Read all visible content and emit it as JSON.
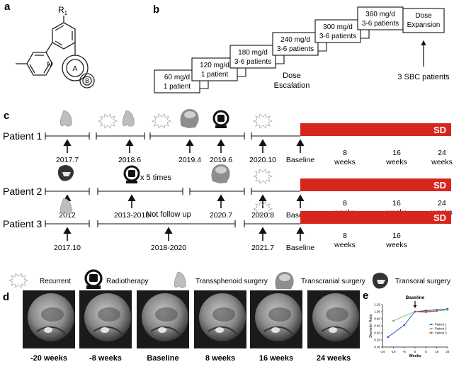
{
  "colors": {
    "sd_bar": "#d7261e",
    "plot_blue": "#2347d6",
    "plot_green": "#5cc24a",
    "plot_red": "#d9352a"
  },
  "panel_a": {
    "label": "a",
    "r_group": "R",
    "r_sub": "1",
    "ring_a": "A",
    "ring_b": "B"
  },
  "panel_b": {
    "label": "b",
    "steps": [
      {
        "dose": "60 mg/d",
        "n": "1 patient"
      },
      {
        "dose": "120 mg/d",
        "n": "1 patient"
      },
      {
        "dose": "180 mg/d",
        "n": "3-6 patients"
      },
      {
        "dose": "240 mg/d",
        "n": "3-6 patients"
      },
      {
        "dose": "300 mg/d",
        "n": "3-6 patients"
      },
      {
        "dose": "360 mg/d",
        "n": "3-6 patients"
      },
      {
        "dose": "Dose",
        "n": "Expansion"
      }
    ],
    "escalation_line1": "Dose",
    "escalation_line2": "Escalation",
    "sbc": "3 SBC patients"
  },
  "panel_c": {
    "label": "c",
    "sd": "SD",
    "baseline": "Baseline",
    "patients": [
      {
        "name": "Patient 1",
        "events": [
          "2017.7",
          "2018.6",
          "2019.4",
          "2019.6",
          "2020.10"
        ],
        "weeks": [
          {
            "n": "8",
            "w": "weeks"
          },
          {
            "n": "16",
            "w": "weeks"
          },
          {
            "n": "24",
            "w": "weeks"
          }
        ]
      },
      {
        "name": "Patient 2",
        "events": [
          "2012",
          "2013-2018",
          "2020.7",
          "2020.8"
        ],
        "times": "x 5 times",
        "weeks": [
          {
            "n": "8",
            "w": "weeks"
          },
          {
            "n": "16",
            "w": "weeks"
          },
          {
            "n": "24",
            "w": "weeks"
          }
        ]
      },
      {
        "name": "Patient 3",
        "events": [
          "2017.10",
          "2018-2020",
          "2021.7"
        ],
        "note": "Not follow up",
        "weeks": [
          {
            "n": "8",
            "w": "weeks"
          },
          {
            "n": "16",
            "w": "weeks"
          }
        ]
      }
    ],
    "legend": [
      "Recurrent",
      "Radiotherapy",
      "Transsphenoid surgery",
      "Transcranial surgery",
      "Transoral surgery"
    ]
  },
  "panel_d": {
    "label": "d",
    "captions": [
      "-20 weeks",
      "-8 weeks",
      "Baseline",
      "8 weeks",
      "16 weeks",
      "24 weeks"
    ]
  },
  "panel_e": {
    "label": "e",
    "baseline": "Baseline",
    "chart_data": {
      "type": "line",
      "xlabel": "Weeks",
      "ylabel": "Diameter Ratio",
      "xticks": [
        "-24",
        "-16",
        "-8",
        "0",
        "8",
        "16",
        "24"
      ],
      "yticks": [
        "0.00",
        "0.20",
        "0.40",
        "0.60",
        "0.80",
        "1.00",
        "1.20"
      ],
      "xlim": [
        -24,
        24
      ],
      "ylim": [
        0.0,
        1.2
      ],
      "grid": false,
      "legend_position": "right",
      "series": [
        {
          "name": "Patient 1",
          "color": "#2347d6",
          "points": [
            [
              -20,
              0.28
            ],
            [
              -8,
              0.62
            ],
            [
              0,
              1.0
            ],
            [
              8,
              1.03
            ],
            [
              16,
              1.05
            ],
            [
              24,
              1.08
            ]
          ]
        },
        {
          "name": "Patient 2",
          "color": "#5cc24a",
          "points": [
            [
              -16,
              0.74
            ],
            [
              0,
              1.0
            ],
            [
              8,
              0.98
            ],
            [
              16,
              1.02
            ],
            [
              24,
              1.05
            ]
          ]
        },
        {
          "name": "Patient 3",
          "color": "#d9352a",
          "points": [
            [
              0,
              1.0
            ],
            [
              8,
              1.0
            ],
            [
              16,
              1.02
            ]
          ]
        }
      ]
    }
  }
}
